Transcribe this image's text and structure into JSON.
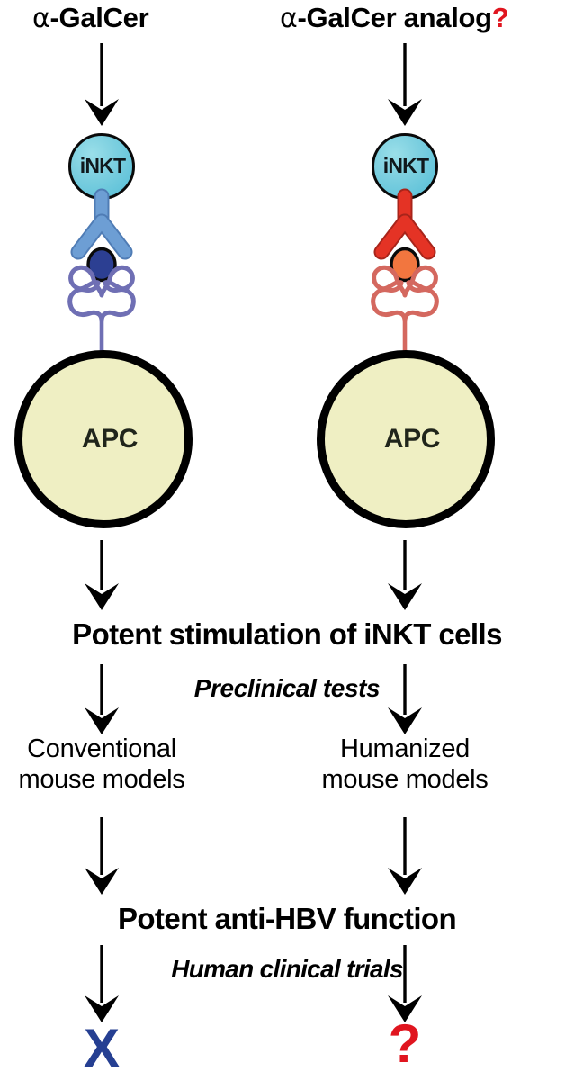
{
  "figure": {
    "type": "flowchart-diagram",
    "background": "#ffffff",
    "title_alt": "alpha-GalCer versus alpha-GalCer analog stimulation of iNKT cells and anti-HBV function"
  },
  "colors": {
    "inkt_fill": "#7ed0e0",
    "inkt_stroke": "#0a0a0a",
    "apc_fill": "#efefc3",
    "apc_stroke": "#000000",
    "tcr_left": "#6d9ed4",
    "tcr_left_stroke": "#4f7cb5",
    "tcr_right": "#e43325",
    "tcr_right_stroke": "#b32318",
    "antigen_left": "#2c3f92",
    "antigen_right": "#f2763f",
    "antigen_stroke": "#0a0a0a",
    "cd1d_left": "#6f6fb4",
    "cd1d_right": "#d4685f",
    "arrow": "#000000",
    "accent_red": "#e0151f",
    "accent_blue": "#253f92"
  },
  "columns": {
    "left": {
      "header_prefix": "α",
      "header_text": "-GalCer",
      "header_has_query": false,
      "cell_label": "iNKT",
      "apc_label": "APC",
      "model_line1": "Conventional",
      "model_line2": "mouse models",
      "verdict": "X",
      "verdict_color": "#253f92"
    },
    "right": {
      "header_prefix": "α",
      "header_text": "-GalCer analog",
      "header_query": "?",
      "header_has_query": true,
      "cell_label": "iNKT",
      "apc_label": "APC",
      "model_line1": "Humanized",
      "model_line2": "mouse models",
      "verdict": "?",
      "verdict_color": "#e0151f"
    }
  },
  "shared": {
    "stimulation_text": "Potent stimulation of iNKT cells",
    "preclinical_label": "Preclinical tests",
    "function_text": "Potent anti-HBV function",
    "clinical_label": "Human clinical trials"
  }
}
